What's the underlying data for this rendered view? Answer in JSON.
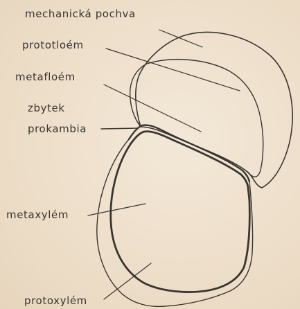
{
  "labels": {
    "mechanical_sheath": "mechanická pochva",
    "protophloem": "prototloém",
    "metaphloem": "metafloém",
    "procambium_line1": "zbytek",
    "procambium_line2": "prokambia",
    "metaxylem": "metaxylém",
    "protoxylem": "protoxylém"
  },
  "colors": {
    "paper": "#efe2cf",
    "ink": "#3a3530"
  }
}
